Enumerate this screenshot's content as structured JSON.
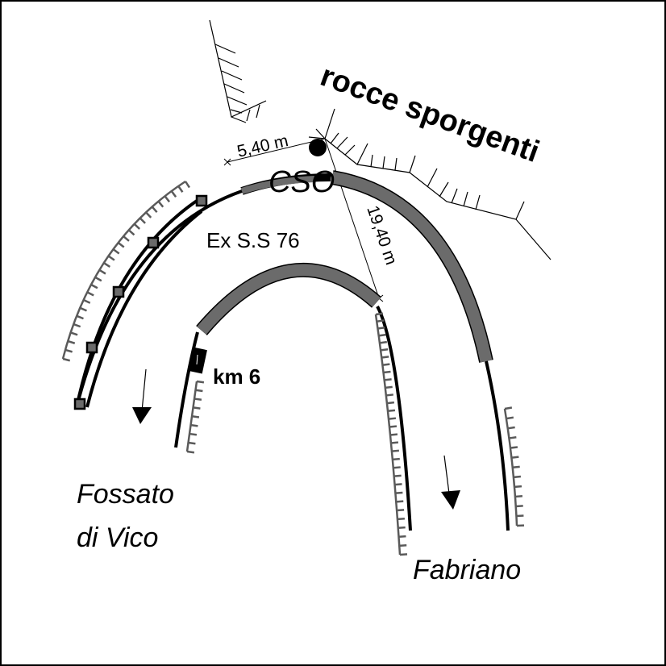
{
  "labels": {
    "rocks": "rocce sporgenti",
    "dim_left": "5,40 m",
    "dim_right": "19,40 m",
    "site_code": "CSO",
    "road_name": "Ex S.S 76",
    "km_marker": "km 6",
    "dest_left_line1": "Fossato",
    "dest_left_line2": "di Vico",
    "dest_right": "Fabriano"
  },
  "colors": {
    "ink": "#000000",
    "band": "#6b6b6b",
    "hatch_gray": "#5a5a5a",
    "marker_fill": "#6b6b6b",
    "background": "#ffffff"
  }
}
